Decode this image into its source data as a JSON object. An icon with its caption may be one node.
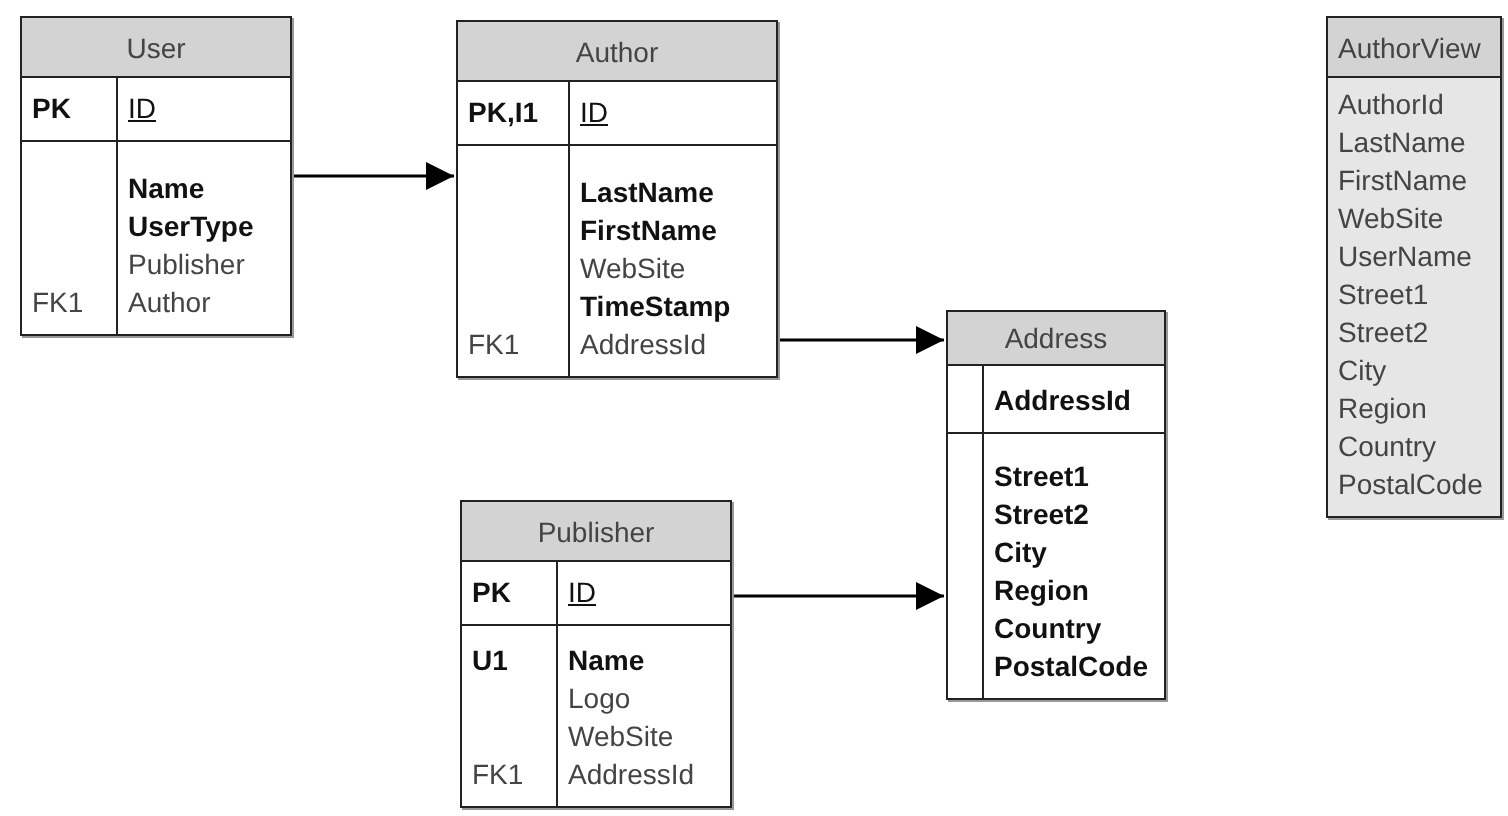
{
  "diagram": {
    "nodes": [
      {
        "text": [
          "User",
          "PK",
          "ID",
          "Name",
          "UserType",
          "Publisher",
          "FK1",
          "Author"
        ]
      },
      {
        "text": [
          "Author",
          "PK,I1",
          "ID",
          "LastName",
          "FirstName",
          "WebSite",
          "TimeStamp",
          "FK1",
          "AddressId"
        ]
      },
      {
        "text": [
          "AuthorView",
          "AuthorId",
          "LastName",
          "FirstName",
          "WebSite",
          "UserName",
          "Street1",
          "Street2",
          "City",
          "Region",
          "Country",
          "PostalCode"
        ]
      },
      {
        "text": [
          "Address",
          "AddressId",
          "Street1",
          "Street2",
          "City",
          "Region",
          "Country",
          "PostalCode"
        ]
      },
      {
        "text": [
          "Publisher",
          "PK",
          "ID",
          "U1",
          "Name",
          "Logo",
          "WebSite",
          "FK1",
          "AddressId"
        ]
      }
    ],
    "edges": [
      {
        "from": 0,
        "to": 1,
        "arrow": "to"
      },
      {
        "from": 1,
        "to": 3,
        "arrow": "to"
      },
      {
        "from": 4,
        "to": 3,
        "arrow": "to"
      }
    ]
  }
}
